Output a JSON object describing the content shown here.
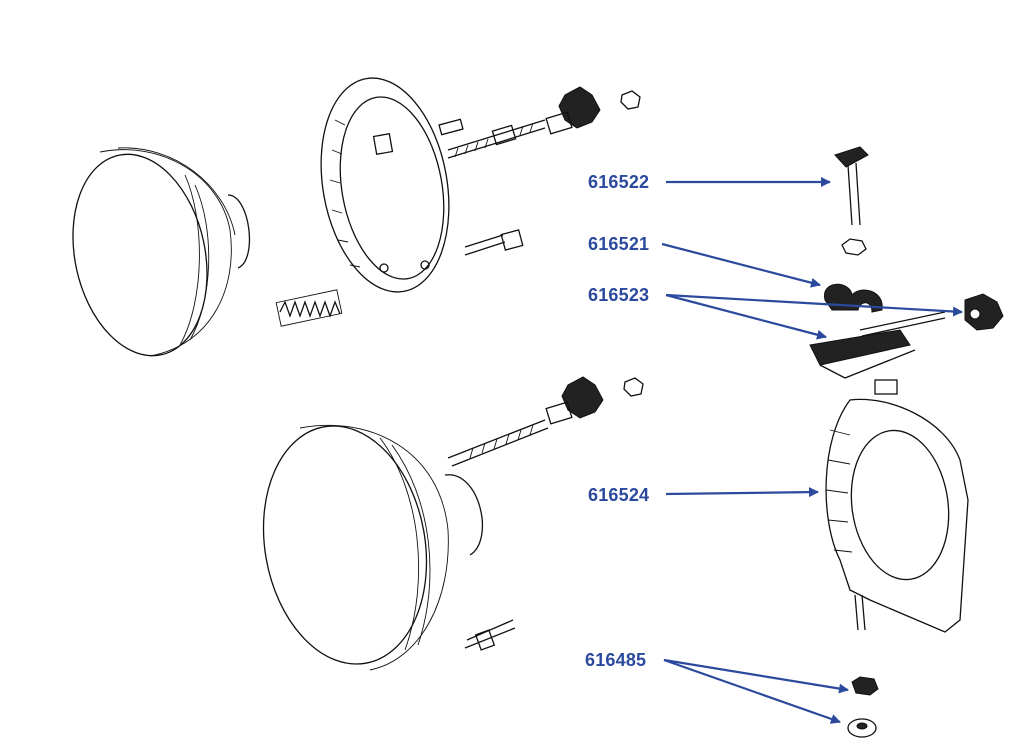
{
  "labels": {
    "p616522": "616522",
    "p616521": "616521",
    "p616523": "616523",
    "p616524": "616524",
    "p616485": "616485"
  },
  "colors": {
    "callout": "#2b4a9e",
    "linework": "#111111"
  }
}
